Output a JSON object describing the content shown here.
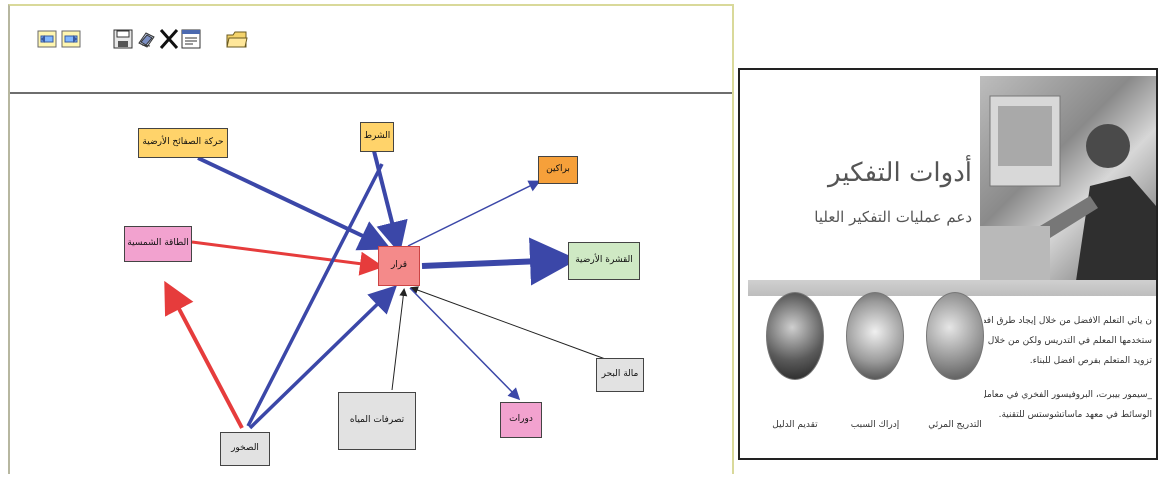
{
  "toolbar": {
    "buttons": [
      {
        "name": "previous-page-button",
        "icon": "page-back-icon"
      },
      {
        "name": "next-page-button",
        "icon": "page-forward-icon"
      },
      {
        "name": "save-button",
        "icon": "floppy-disk-icon"
      },
      {
        "name": "print-button",
        "icon": "printer-icon"
      },
      {
        "name": "delete-button",
        "icon": "x-delete-icon"
      },
      {
        "name": "properties-button",
        "icon": "document-list-icon"
      },
      {
        "name": "open-folder-button",
        "icon": "open-folder-icon"
      }
    ]
  },
  "concept_map": {
    "nodes": {
      "center": "قرار",
      "global_warming": "حركة الصفائح الأرضية",
      "hot_top": "الشرط",
      "volcanoes": "براكين",
      "earth_crust": "القشرة الأرضية",
      "cultural_heritage": "الطاقة الشمسية",
      "mountain": "مالة البحر",
      "rocks": "الصخور",
      "shifts": "تصرفات المياه",
      "earthquakes": "دورات"
    },
    "colors": {
      "yellow": "#ffd36a",
      "orange": "#f6a03a",
      "pink": "#f2a2cf",
      "center_red": "#f48a8a",
      "green": "#cfe9c4",
      "gray": "#e2e2e2",
      "blue_link": "#3b47a8",
      "red_link": "#e63c3c",
      "black_link": "#222222"
    }
  },
  "brochure": {
    "title": "أدوات التفكير",
    "subtitle": "دعم عمليات التفكير العليا",
    "paragraph_lines": [
      "ن يأتي التعلم الأفضل من خلال إيجاد طرق أفضل",
      "ستخدمها المعلم في التدريس ولكن من خلال",
      "تزويد المتعلم بفرص أفضل للبناء.",
      "_سيمور بيبرت، البروفيسور الفخري في معامل",
      "الوسائط في معهد ماساتشوستس للتقنية."
    ],
    "circles": [
      {
        "label": "التدريج المرئي"
      },
      {
        "label": "إدراك السبب"
      },
      {
        "label": "تقديم الدليل"
      }
    ]
  }
}
